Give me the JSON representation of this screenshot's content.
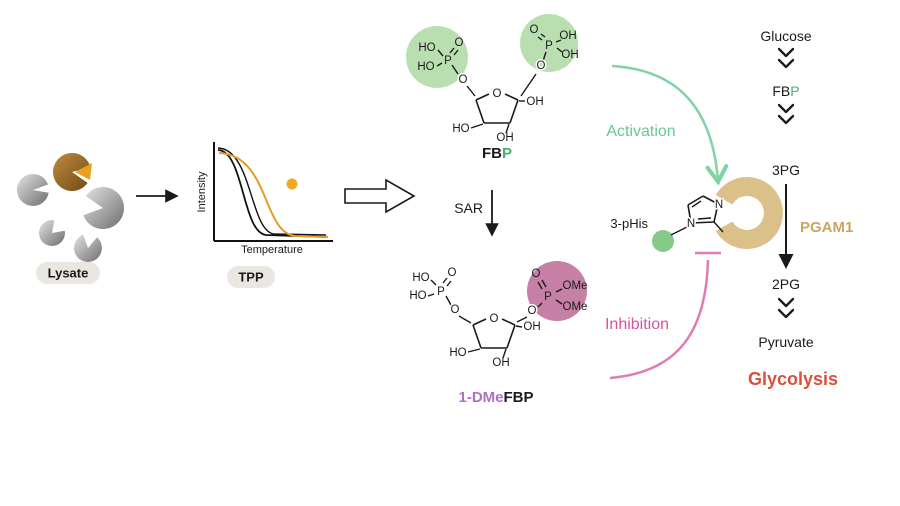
{
  "lysate": {
    "label": "Lysate"
  },
  "tpp": {
    "label": "TPP",
    "ylabel": "Intensity",
    "xlabel": "Temperature"
  },
  "fbp": {
    "name_prefix": "FB",
    "name_p": "P",
    "atoms": {
      "lp_ho1": "HO",
      "lp_ho2": "HO",
      "lp_p": "P",
      "lp_od": "O",
      "lp_ol": "O",
      "rp_od": "O",
      "rp_p": "P",
      "rp_oh1": "OH",
      "rp_oh2": "OH",
      "rp_ol": "O",
      "ring_o": "O",
      "oh_right": "OH",
      "ho_left": "HO",
      "oh_bottom": "OH"
    }
  },
  "sar": {
    "label": "SAR"
  },
  "dmefbp": {
    "name_prefix": "1-DMe",
    "name_suffix": "FBP",
    "atoms": {
      "lp_ho1": "HO",
      "lp_ho2": "HO",
      "lp_p": "P",
      "lp_od": "O",
      "lp_ol": "O",
      "rp_od": "O",
      "rp_p": "P",
      "rp_ome1": "OMe",
      "rp_ome2": "OMe",
      "rp_ol": "O",
      "ring_o": "O",
      "oh_right": "OH",
      "ho_left": "HO",
      "oh_bottom": "OH"
    }
  },
  "activation": {
    "label": "Activation"
  },
  "inhibition": {
    "label": "Inhibition"
  },
  "phis": {
    "label": "3-pHis",
    "n1": "N",
    "n2": "N"
  },
  "pathway": {
    "glucose": "Glucose",
    "fbp_prefix": "FB",
    "fbp_p": "P",
    "pg3": "3PG",
    "pgam1": "PGAM1",
    "pg2": "2PG",
    "pyruvate": "Pyruvate",
    "glycolysis": "Glycolysis"
  },
  "colors": {
    "highlight_green": "#b9dfb0",
    "highlight_pink": "#c67fa5",
    "phospho_green": "#85c98b",
    "accent_green": "#67c795",
    "accent_pink": "#d2569f",
    "purple": "#ae6fc8",
    "green_p": "#4cae70",
    "tan": "#dcc08a",
    "tan_text": "#c9a55e",
    "red": "#d9503b",
    "orange": "#e8a21e"
  }
}
